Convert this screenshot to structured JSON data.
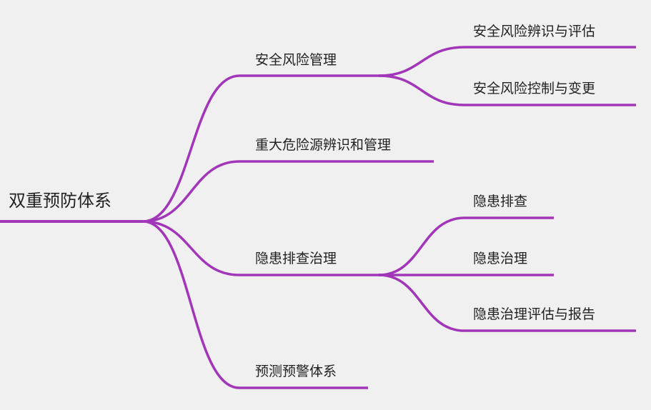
{
  "colors": {
    "line": "#a236b8",
    "background": "#f0f0f0",
    "text": "#222222"
  },
  "root": {
    "label": "双重预防体系",
    "children": [
      {
        "label": "安全风险管理",
        "children": [
          {
            "label": "安全风险辨识与评估"
          },
          {
            "label": "安全风险控制与变更"
          }
        ]
      },
      {
        "label": "重大危险源辨识和管理",
        "children": []
      },
      {
        "label": "隐患排查治理",
        "children": [
          {
            "label": "隐患排查"
          },
          {
            "label": "隐患治理"
          },
          {
            "label": "隐患治理评估与报告"
          }
        ]
      },
      {
        "label": "预测预警体系",
        "children": []
      }
    ]
  }
}
